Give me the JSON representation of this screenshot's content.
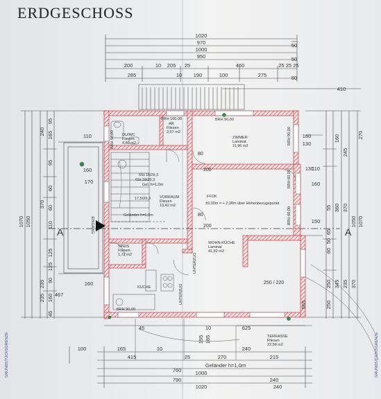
{
  "title": "ERDGESCHOSS",
  "dims_top": {
    "overall_1020": "1020",
    "row_970": "970",
    "row_1000": "1000",
    "row_950": "950",
    "w_200": "200",
    "w_10a": "10",
    "w_205": "205",
    "w_25": "25",
    "w_460": "460",
    "w_25_25_25": "25 25 25",
    "w_285": "285",
    "w_10b": "10",
    "w_190": "190",
    "w_100": "100",
    "w_275": "275",
    "right_50a": "50",
    "right_50b": "50",
    "right_50c": "50",
    "right_410": "410"
  },
  "dims_left": [
    "240",
    "95",
    "165",
    "95",
    "370",
    "110",
    "125",
    "1050",
    "1070",
    "60",
    "125",
    "235",
    "170",
    "60",
    "90",
    "235",
    "160",
    "160",
    "45",
    "467"
  ],
  "dims_right": [
    "270",
    "245",
    "160",
    "370",
    "360",
    "1050",
    "1070",
    "50",
    "60",
    "250",
    "345",
    "235",
    "370",
    "130",
    "65",
    "160",
    "150",
    "250",
    "55"
  ],
  "dims_bottom": {
    "w_100": "100",
    "w_165": "165",
    "w_10a": "10",
    "w_415": "415",
    "w_270": "270",
    "w_240a": "240",
    "w_240b": "240",
    "w_25": "25",
    "w_45": "45",
    "w_10b": "10",
    "w_215": "215",
    "w_1000": "1000",
    "w_1020": "1020",
    "w_790": "790",
    "w_760": "760",
    "w_240c": "240",
    "w_625": "625",
    "w_565": "565",
    "w_195": "195",
    "w_185": "185",
    "gelaender": "Geländer h=1,0m"
  },
  "rooms": {
    "duwc": {
      "name": "DU/WC",
      "floor": "Fliesen",
      "area": "4,80 m2"
    },
    "ar": {
      "name": "AR",
      "floor": "Fliesen",
      "area": "2,67 m2"
    },
    "zimmer": {
      "name": "ZIMMER",
      "floor": "Laminat",
      "area": "11,96 m2"
    },
    "vorraum": {
      "name": "VORRAUM",
      "floor": "Fliesen",
      "area": "13,42 m2"
    },
    "wohnkueche": {
      "name": "WOHN-KÜCHE",
      "floor": "Laminat",
      "area": "41,82 m2"
    },
    "speis": {
      "name": "SPEIS",
      "floor": "Fliesen",
      "area": "1,72 m2"
    },
    "kueche": {
      "name": "KÜCHE"
    },
    "terrasse": {
      "name": "TERRASSE",
      "floor": "Fliesen",
      "area": "22,58 m2"
    }
  },
  "labels": {
    "brh_160": "BRH 160,00",
    "brh_90a": "BRH 90,00",
    "brh_90b": "BRH 90,00",
    "brh_90c": "BRH 90,00",
    "brh_60a": "BRH 60,00",
    "brh_60b": "BRH 60,00",
    "brh_90_zimmer": "BRH 90,00",
    "ffok": "FFOK",
    "level": "±0,00m = + 2,30m über Höhenbezugspunkt",
    "stair_a": "6St.18/29,3",
    "stair_b": "6St.18/29,3",
    "stair_c": "Gel. h=1,0m",
    "stair_d": "17,5/29,3",
    "gelaender_inner": "Geländer h=1,0m",
    "eingang": "EINGANG",
    "section_left": "A",
    "section_right": "A",
    "unterzug_1": "UNTERZUG",
    "unterzug_2": "UNTERZUG",
    "grenze_left": "GRUNDSTÜCKSGRENZE",
    "grenze_right": "GRUNDSTÜCKSGRENZE",
    "door_80": "80",
    "door_200": "200",
    "door_200b": "200",
    "door_80b": "80",
    "win_250_220": "250 / 220",
    "win_110": "110",
    "win_160": "160",
    "win_160b": "160",
    "win_110b": "110",
    "win_130": "130"
  },
  "colors": {
    "wall": "#c94a52",
    "line": "#3a3a3a",
    "grenze": "#3a4fa8",
    "green": "#3a8a4a"
  }
}
